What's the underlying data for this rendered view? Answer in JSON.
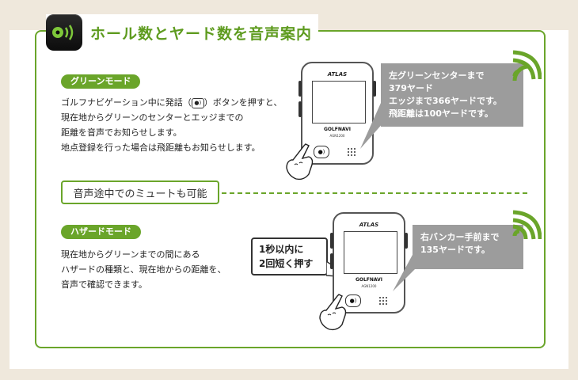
{
  "header": {
    "title": "ホール数とヤード数を音声案内",
    "icon": "speaker-wave-icon"
  },
  "green_mode": {
    "badge": "グリーンモード",
    "desc_line1_pre": "ゴルフナビゲーション中に発話（",
    "desc_line1_post": "）ボタンを押すと、",
    "desc_line2": "現在地からグリーンのセンターとエッジまでの",
    "desc_line3": "距離を音声でお知らせします。",
    "desc_line4": "地点登録を行った場合は飛距離もお知らせします。",
    "bubble": [
      "左グリーンセンターまで",
      "379ヤード",
      "エッジまで366ヤードです。",
      "飛距離は100ヤードです。"
    ]
  },
  "mute": {
    "label": "音声途中でのミュートも可能"
  },
  "hazard_mode": {
    "badge": "ハザードモード",
    "desc_line1": "現在地からグリーンまでの間にある",
    "desc_line2": "ハザードの種類と、現在地からの距離を、",
    "desc_line3": "音声で確認できます。",
    "callout": [
      "1秒以内に",
      "2回短く押す"
    ],
    "bubble": [
      "右バンカー手前まで",
      "135ヤードです。"
    ]
  },
  "device": {
    "brand": "ATLAS",
    "name": "GOLFNAVI",
    "model": "AGN1200"
  },
  "colors": {
    "accent": "#6aa52a",
    "bubble": "#9c9c9c",
    "background": "#efe8dc"
  }
}
